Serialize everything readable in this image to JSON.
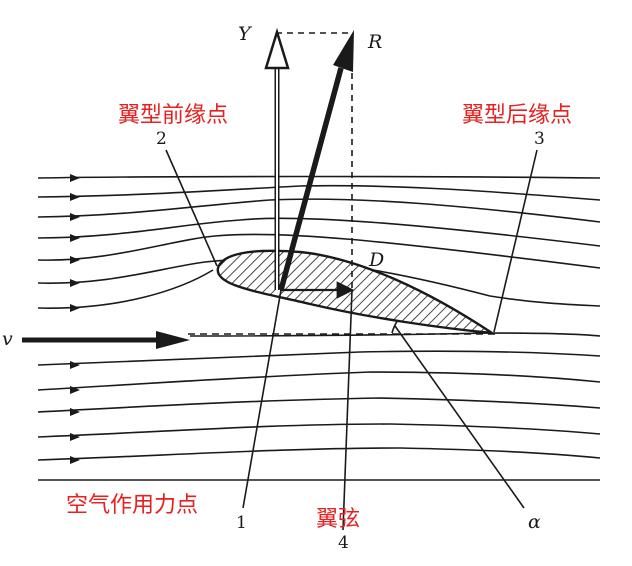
{
  "labels": {
    "leading_edge": "翼型前缘点",
    "trailing_edge": "翼型后缘点",
    "pressure_center": "空气作用力点",
    "chord": "翼弦"
  },
  "symbols": {
    "lift": "Y",
    "resultant": "R",
    "drag": "D",
    "velocity": "v",
    "angle": "α"
  },
  "numbers": {
    "n1": "1",
    "n2": "2",
    "n3": "3",
    "n4": "4"
  },
  "colors": {
    "annotation_red": "#e8201f",
    "ink": "#1a1a1a",
    "background": "#ffffff"
  }
}
